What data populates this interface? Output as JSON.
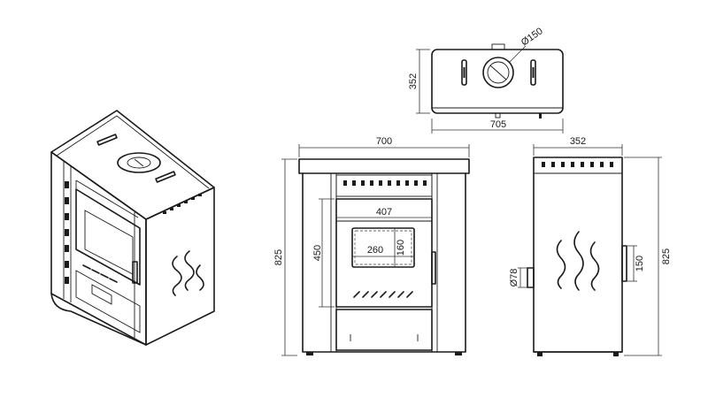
{
  "colors": {
    "line": "#1a1a1a",
    "background": "#ffffff"
  },
  "top_view": {
    "width": "705",
    "depth": "352",
    "flue_diameter": "Ø150"
  },
  "front_view": {
    "width": "700",
    "height": "825",
    "door_width": "407",
    "door_height": "450",
    "glass_width": "260",
    "glass_height": "160"
  },
  "side_view": {
    "width": "352",
    "height": "825",
    "air_inlet_diameter": "Ø78",
    "handle_height": "150"
  }
}
